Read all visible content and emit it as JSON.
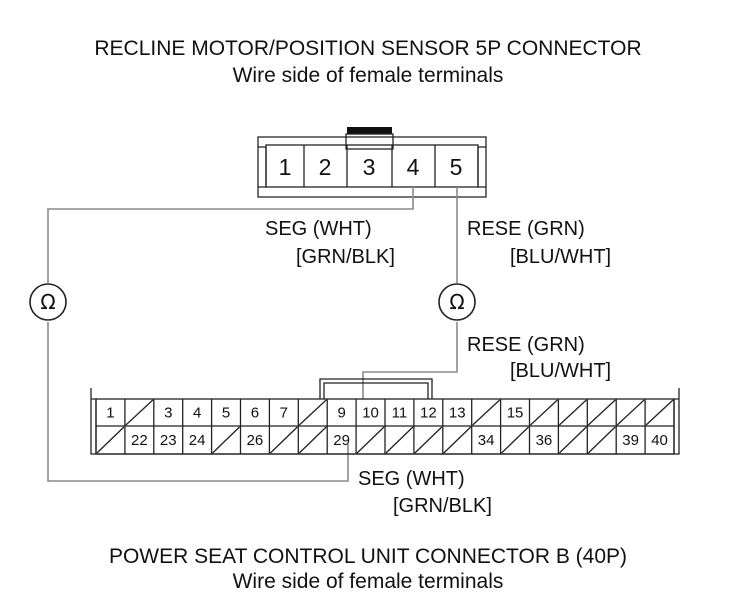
{
  "top_connector": {
    "title": "RECLINE MOTOR/POSITION SENSOR 5P CONNECTOR",
    "subtitle": "Wire side of female terminals",
    "pins": [
      "1",
      "2",
      "3",
      "4",
      "5"
    ]
  },
  "bottom_connector": {
    "title": "POWER SEAT CONTROL UNIT CONNECTOR B (40P)",
    "subtitle": "Wire side of female terminals",
    "top_row": [
      "1",
      "",
      "3",
      "4",
      "5",
      "6",
      "7",
      "",
      "9",
      "10",
      "11",
      "12",
      "13",
      "",
      "15",
      "",
      "",
      "",
      "",
      ""
    ],
    "bottom_row": [
      "",
      "22",
      "23",
      "24",
      "",
      "26",
      "",
      "",
      "29",
      "",
      "",
      "",
      "",
      "34",
      "",
      "36",
      "",
      "",
      "39",
      "40"
    ]
  },
  "meters": {
    "left_symbol": "Ω",
    "right_symbol": "Ω"
  },
  "wire_labels": {
    "seg_top": {
      "line1": "SEG (WHT)",
      "line2": "[GRN/BLK]"
    },
    "rese_top": {
      "line1": "RESE (GRN)",
      "line2": "[BLU/WHT]"
    },
    "rese_bottom": {
      "line1": "RESE (GRN)",
      "line2": "[BLU/WHT]"
    },
    "seg_bottom": {
      "line1": "SEG (WHT)",
      "line2": "[GRN/BLK]"
    }
  }
}
